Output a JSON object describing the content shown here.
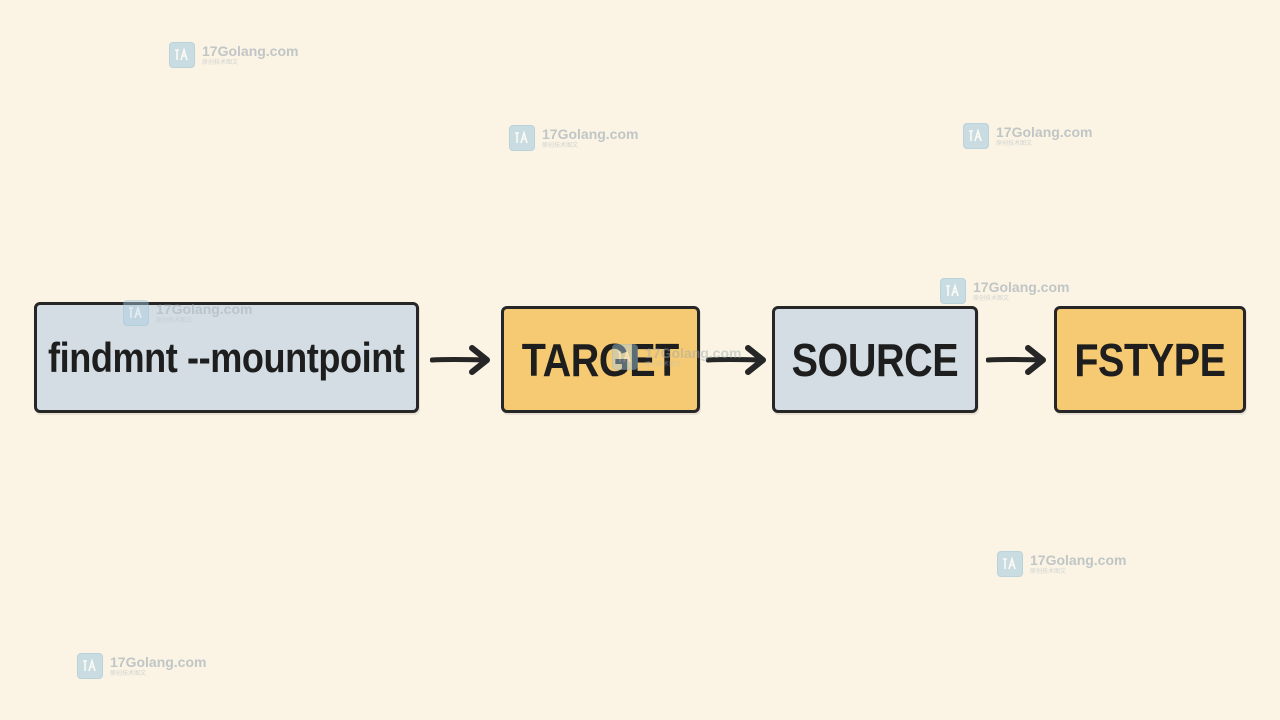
{
  "diagram": {
    "nodes": [
      {
        "id": "cmd",
        "label": "findmnt --mountpoint",
        "fill": "#d3dde3"
      },
      {
        "id": "target",
        "label": "TARGET",
        "fill": "#f6ca72"
      },
      {
        "id": "source",
        "label": "SOURCE",
        "fill": "#d3dde3"
      },
      {
        "id": "fstype",
        "label": "FSTYPE",
        "fill": "#f6ca72"
      }
    ],
    "edges": [
      {
        "from": "cmd",
        "to": "target"
      },
      {
        "from": "target",
        "to": "source"
      },
      {
        "from": "source",
        "to": "fstype"
      }
    ]
  },
  "watermark": {
    "site": "17Golang.com",
    "tagline": "原创技术图文"
  },
  "colors": {
    "background": "#fbf4e4",
    "stroke": "#262626",
    "blue_fill": "#d3dde3",
    "orange_fill": "#f6ca72"
  }
}
